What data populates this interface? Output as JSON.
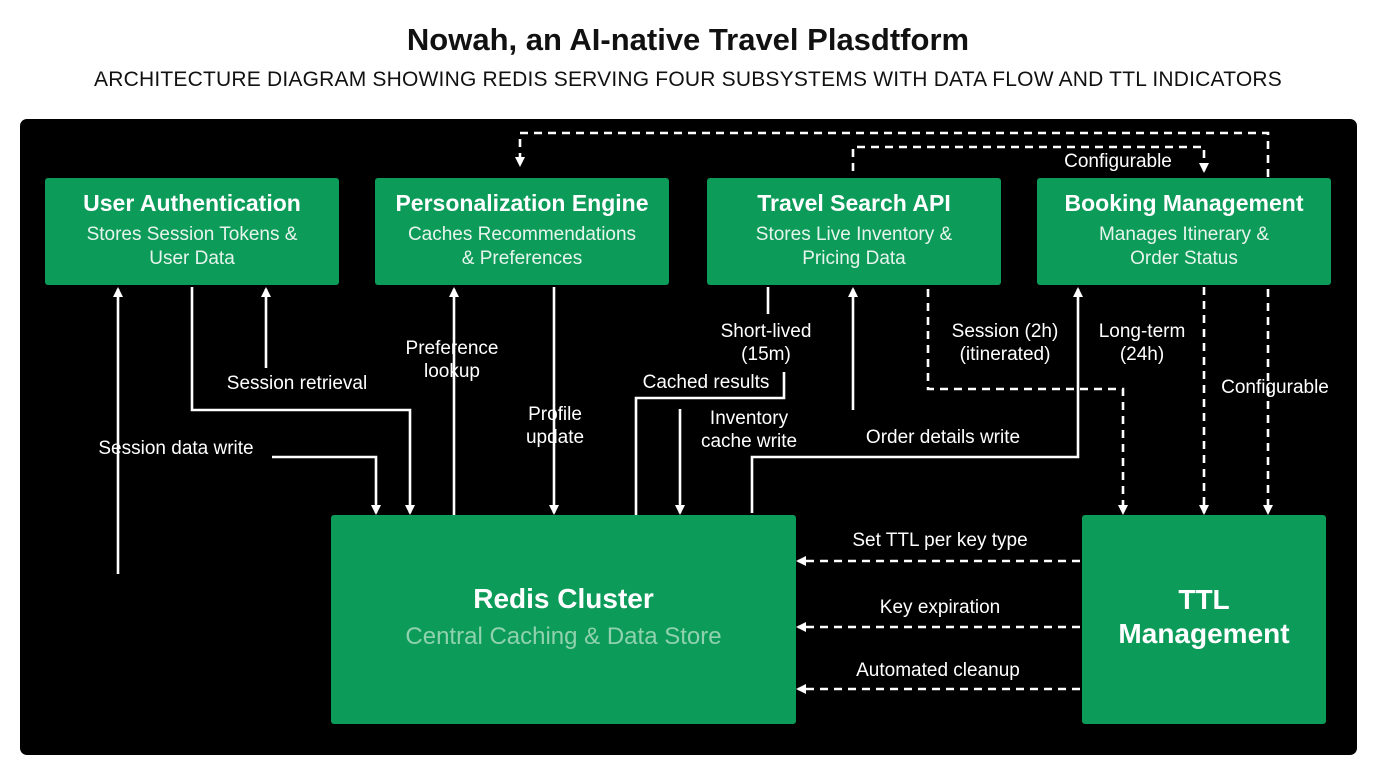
{
  "header": {
    "title": "Nowah, an AI-native Travel Plasdtform",
    "subtitle": "ARCHITECTURE DIAGRAM SHOWING REDIS SERVING FOUR SUBSYSTEMS WITH DATA FLOW AND TTL INDICATORS"
  },
  "nodes": {
    "auth": {
      "title": "User Authentication",
      "line1": "Stores Session Tokens &",
      "line2": "User Data"
    },
    "personalization": {
      "title": "Personalization Engine",
      "line1": "Caches Recommendations",
      "line2": "& Preferences"
    },
    "search": {
      "title": "Travel Search API",
      "line1": "Stores Live Inventory &",
      "line2": "Pricing Data"
    },
    "booking": {
      "title": "Booking Management",
      "line1": "Manages Itinerary &",
      "line2": "Order Status"
    },
    "redis": {
      "title": "Redis Cluster",
      "subtitle": "Central Caching & Data Store"
    },
    "ttl": {
      "line1": "TTL",
      "line2": "Management"
    }
  },
  "edges": {
    "session_data_write": "Session data write",
    "session_retrieval": "Session retrieval",
    "preference_lookup_1": "Preference",
    "preference_lookup_2": "lookup",
    "profile_update_1": "Profile",
    "profile_update_2": "update",
    "short_lived_1": "Short-lived",
    "short_lived_2": "(15m)",
    "cached_results": "Cached results",
    "inventory_cache_write_1": "Inventory",
    "inventory_cache_write_2": "cache write",
    "session_2h_1": "Session (2h)",
    "session_2h_2": "(itinerated)",
    "long_term_1": "Long-term",
    "long_term_2": "(24h)",
    "order_details_write": "Order details write",
    "configurable_side": "Configurable",
    "configurable_top": "Configurable",
    "set_ttl": "Set TTL per key type",
    "key_expiration": "Key expiration",
    "automated_cleanup": "Automated cleanup"
  },
  "colors": {
    "node_fill": "#0d9b5a",
    "canvas": "#000000",
    "arrow": "#ffffff"
  }
}
